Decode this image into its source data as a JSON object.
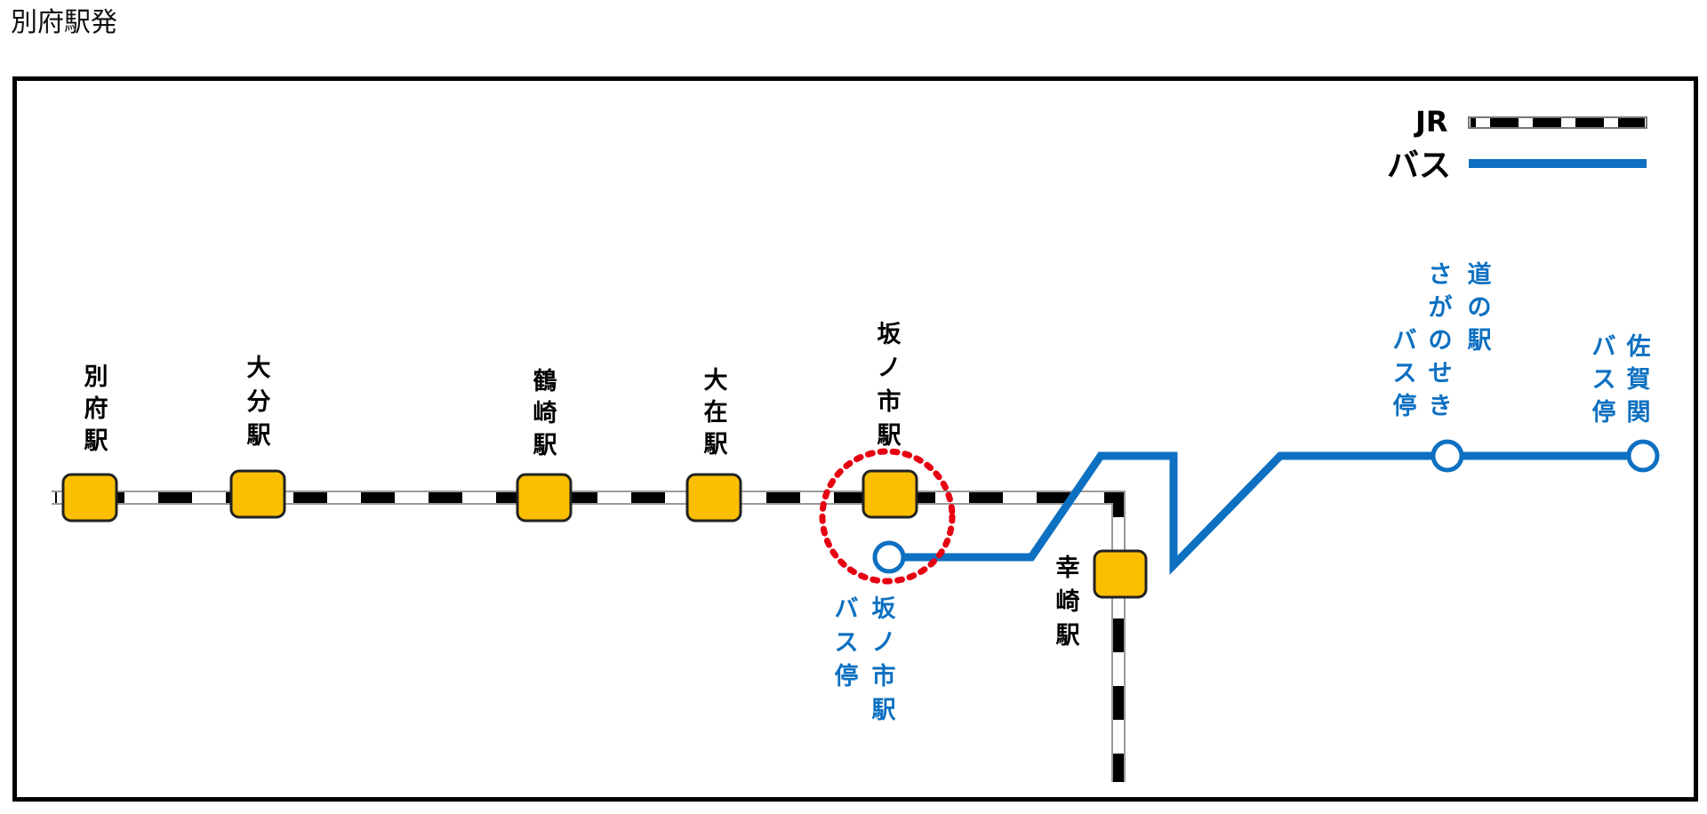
{
  "page": {
    "title": "別府駅発"
  },
  "legend": {
    "jr_label": "JR",
    "bus_label": "バス"
  },
  "colors": {
    "rail_black": "#000000",
    "rail_white": "#ffffff",
    "bus_blue": "#0d70c1",
    "station_fill": "#fbbf00",
    "station_border": "#222222",
    "highlight_red": "#e60012",
    "text_black": "#000000",
    "text_blue": "#0d70c1"
  },
  "stations": [
    {
      "id": "beppu",
      "label_lines": [
        "別",
        "府",
        "駅"
      ]
    },
    {
      "id": "oita",
      "label_lines": [
        "大",
        "分",
        "駅"
      ]
    },
    {
      "id": "tsurusaki",
      "label_lines": [
        "鶴",
        "崎",
        "駅"
      ]
    },
    {
      "id": "oozai",
      "label_lines": [
        "大",
        "在",
        "駅"
      ]
    },
    {
      "id": "sakanoichi",
      "label_lines": [
        "坂",
        "ノ",
        "市",
        "駅"
      ]
    },
    {
      "id": "kouzaki",
      "label_lines": [
        "幸",
        "崎",
        "駅"
      ]
    }
  ],
  "bus_stops": [
    {
      "id": "sakanoichi-bus",
      "label_columns": [
        [
          "坂",
          "ノ",
          "市",
          "駅"
        ],
        [
          "バ",
          "ス",
          "停"
        ]
      ]
    },
    {
      "id": "michinoeki-bus",
      "label_columns": [
        [
          "道",
          "の",
          "駅"
        ],
        [
          "さ",
          "が",
          "の",
          "せ",
          "き"
        ],
        [
          "バ",
          "ス",
          "停"
        ]
      ]
    },
    {
      "id": "sagaseki-bus",
      "label_columns": [
        [
          "佐",
          "賀",
          "関"
        ],
        [
          "バ",
          "ス",
          "停"
        ]
      ]
    }
  ]
}
